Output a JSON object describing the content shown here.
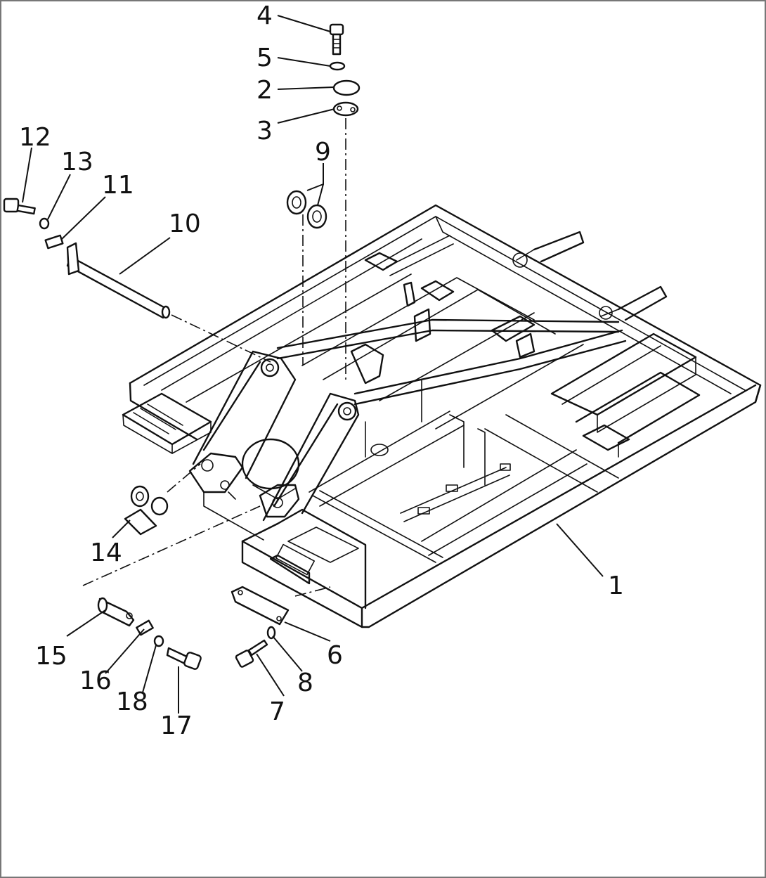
{
  "labels": {
    "p1": "1",
    "p2": "2",
    "p3": "3",
    "p4": "4",
    "p5": "5",
    "p6": "6",
    "p7": "7",
    "p8": "8",
    "p9": "9",
    "p10": "10",
    "p11": "11",
    "p12": "12",
    "p13": "13",
    "p14": "14",
    "p15": "15",
    "p16": "16",
    "p17": "17",
    "p18": "18"
  },
  "colors": {
    "line": "#111111",
    "background": "#ffffff",
    "border": "#777777"
  }
}
